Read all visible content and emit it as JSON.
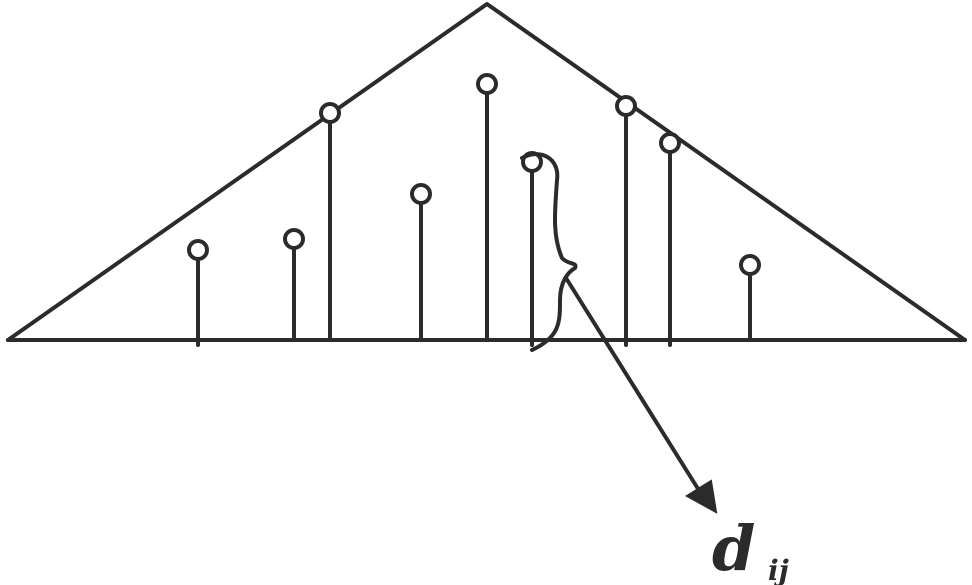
{
  "diagram": {
    "label_main": "d",
    "label_sub": "ij",
    "stems": [
      {
        "name": "stem-1"
      },
      {
        "name": "stem-2"
      },
      {
        "name": "stem-3"
      },
      {
        "name": "stem-4"
      },
      {
        "name": "stem-5"
      },
      {
        "name": "stem-6"
      },
      {
        "name": "stem-7"
      },
      {
        "name": "stem-8"
      },
      {
        "name": "stem-9"
      }
    ]
  }
}
